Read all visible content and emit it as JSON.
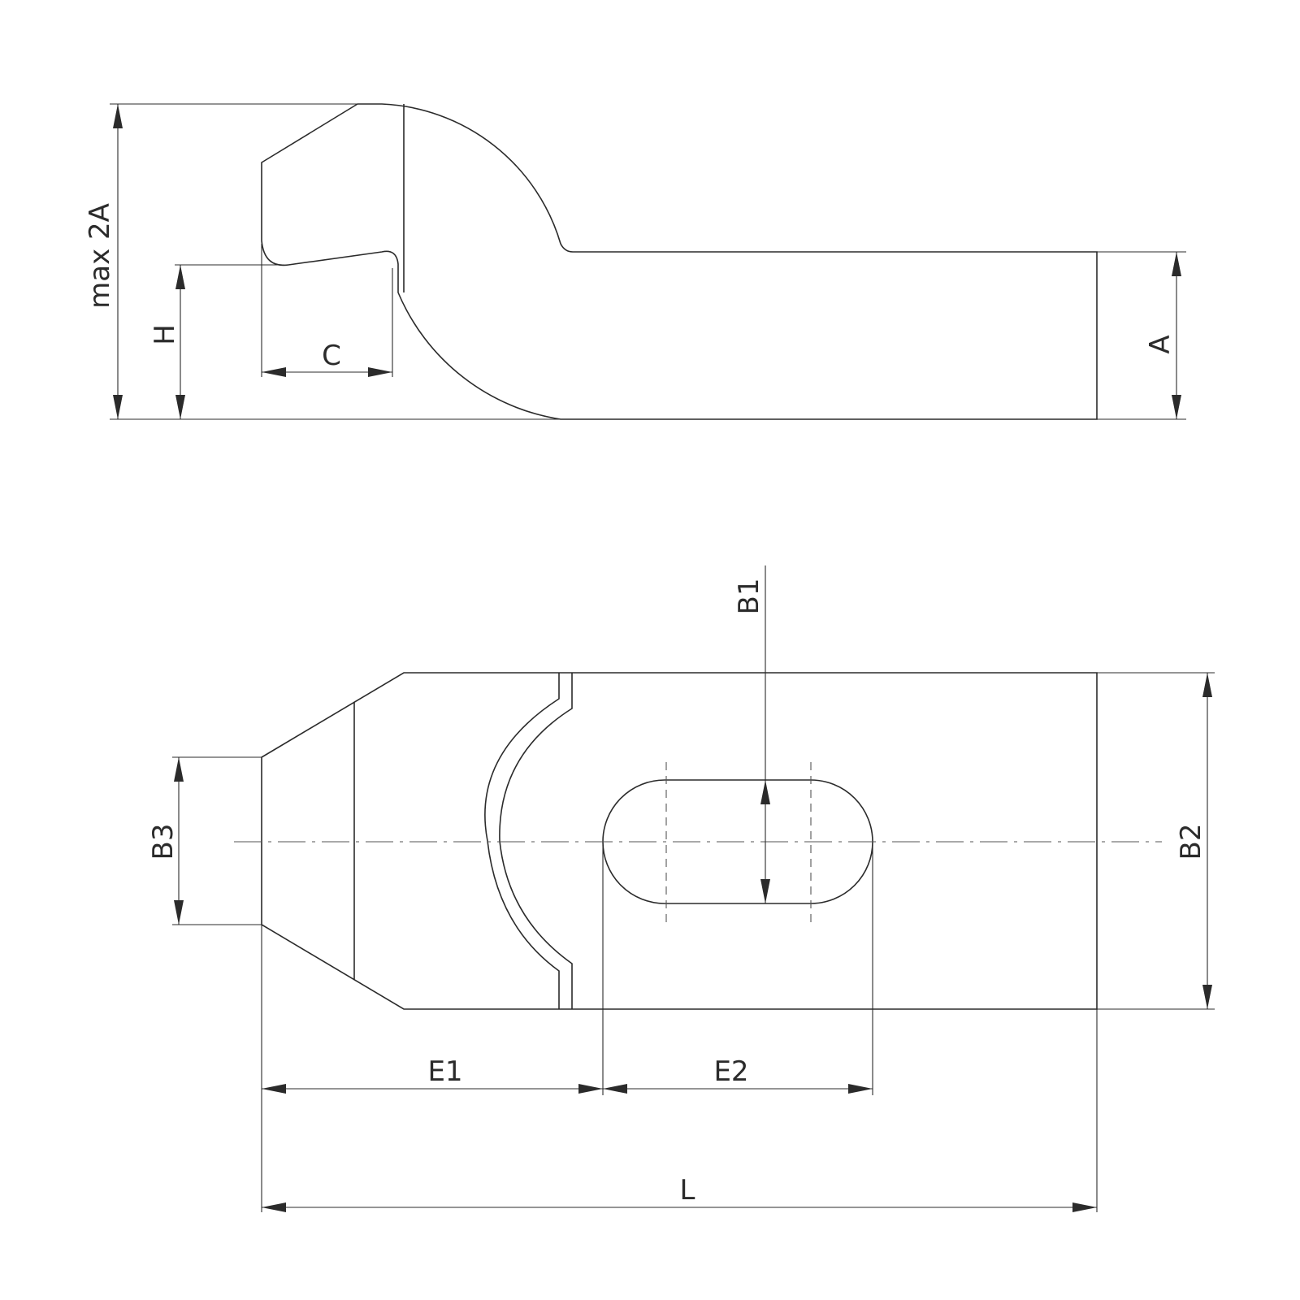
{
  "labels": {
    "max_2a": "max 2A",
    "h": "H",
    "c": "C",
    "a": "A",
    "b1": "B1",
    "b2": "B2",
    "b3": "B3",
    "e1": "E1",
    "e2": "E2",
    "l": "L"
  },
  "colors": {
    "line": "#2b2b2b",
    "background": "#ffffff"
  }
}
